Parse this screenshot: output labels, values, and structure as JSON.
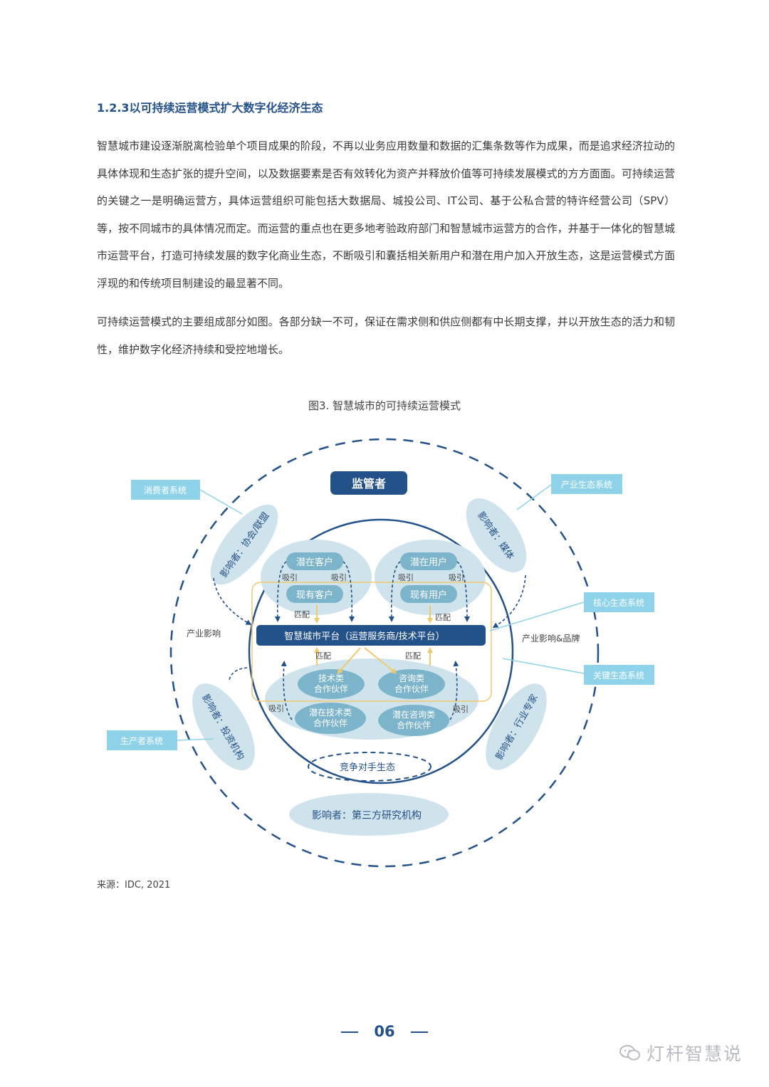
{
  "section": {
    "title": "1.2.3以可持续运营模式扩大数字化经济生态"
  },
  "paragraphs": [
    "智慧城市建设逐渐脱离检验单个项目成果的阶段，不再以业务应用数量和数据的汇集条数等作为成果，而是追求经济拉动的具体体现和生态扩张的提升空间，以及数据要素是否有效转化为资产并释放价值等可持续发展模式的方方面面。可持续运营的关键之一是明确运营方，具体运营组织可能包括大数据局、城投公司、IT公司、基于公私合营的特许经营公司（SPV）等，按不同城市的具体情况而定。而运营的重点也在更多地考验政府部门和智慧城市运营方的合作，并基于一体化的智慧城市运营平台，打造可持续发展的数字化商业生态，不断吸引和囊括相关新用户和潜在用户加入开放生态，这是运营模式方面浮现的和传统项目制建设的最显著不同。",
    "可持续运营模式的主要组成部分如图。各部分缺一不可，保证在需求侧和供应侧都有中长期支撑，并以开放生态的活力和韧性，维护数字化经济持续和受控地增长。"
  ],
  "figure": {
    "caption": "图3. 智慧城市的可持续运营模式",
    "regulator": "监管者",
    "platform": "智慧城市平台（运营服务商/技术平台）",
    "potential_customer": "潜在客户",
    "existing_customer": "现有客户",
    "potential_user": "潜在用户",
    "existing_user": "现有用户",
    "tech_partner": [
      "技术类",
      "合作伙伴"
    ],
    "consult_partner": [
      "咨询类",
      "合作伙伴"
    ],
    "potential_tech_partner": [
      "潜在技术类",
      "合作伙伴"
    ],
    "potential_consult_partner": [
      "潜在咨询类",
      "合作伙伴"
    ],
    "competitor": "竞争对手生态",
    "attract": "吸引",
    "match": "匹配",
    "industry_influence": "产业影响",
    "industry_influence_brand": "产业影响&品牌",
    "influencer_association": "影响者：协会/联盟",
    "influencer_media": "影响者：媒体",
    "influencer_investment": "影响者：投资机构",
    "influencer_expert": "影响者：行业专家",
    "influencer_research": "影响者：第三方研究机构",
    "label_consumer": "消费者系统",
    "label_industry_eco": "产业生态系统",
    "label_core_eco": "核心生态系统",
    "label_key_eco": "关键生态系统",
    "label_producer": "生产者系统"
  },
  "source": "来源：IDC, 2021",
  "page_number": "06",
  "watermark": "灯杆智慧说",
  "colors": {
    "navy": "#23518a",
    "light_blue": "#cfe3ec",
    "label_blue": "#8fd3ea",
    "orange": "#f0c96d"
  }
}
